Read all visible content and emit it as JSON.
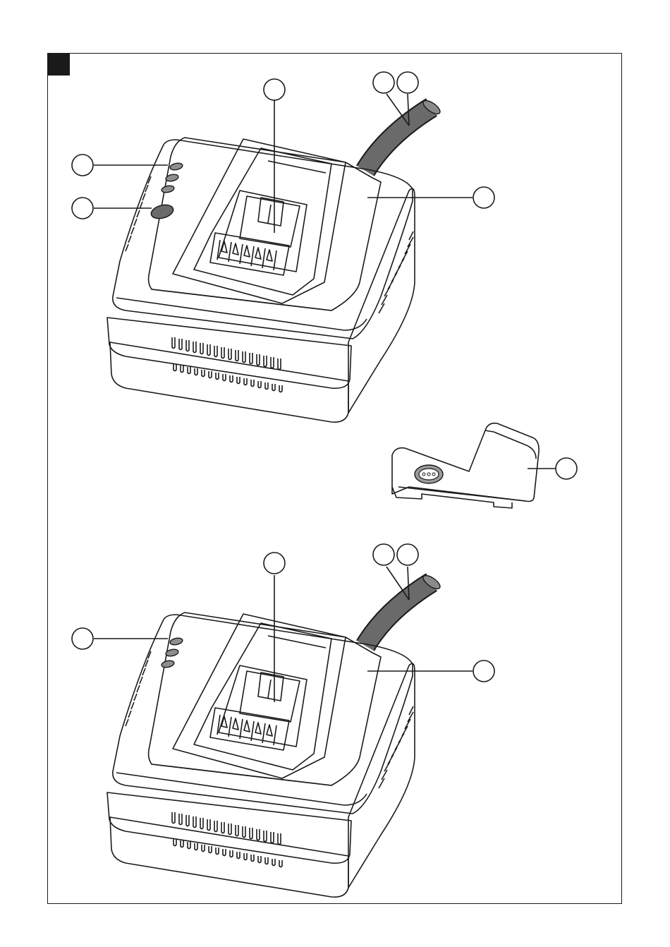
{
  "colors": {
    "outline": "#1a1a1a",
    "body_light": "#a5a5a5",
    "body_mid": "#8e8e8e",
    "body_dark": "#6f6f6f",
    "body_darkest": "#555555",
    "cable": "#6a6a6a",
    "background": "#ffffff"
  },
  "icons": {
    "corner_marker": "black-square-marker",
    "callout": "empty-circle-callout"
  },
  "figures": [
    {
      "name": "charger-with-reset-button",
      "callouts": [
        "",
        "",
        "",
        "",
        "",
        ""
      ]
    },
    {
      "name": "battery-adapter",
      "callouts": [
        ""
      ]
    },
    {
      "name": "charger",
      "callouts": [
        "",
        "",
        "",
        "",
        ""
      ]
    }
  ]
}
